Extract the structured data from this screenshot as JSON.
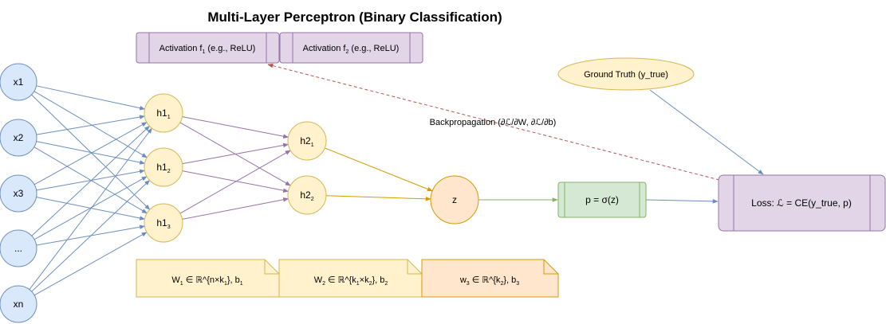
{
  "title": "Multi-Layer Perceptron (Binary Classification)",
  "activation1": {
    "text": "Activation f",
    "sub": "1",
    "rest": " (e.g., ReLU)"
  },
  "activation2": {
    "text": "Activation f",
    "sub": "2",
    "rest": " (e.g., ReLU)"
  },
  "ground_truth": "Ground Truth (y_true)",
  "backprop_label": "Backpropagation (∂ℒ/∂W, ∂ℒ/∂b)",
  "inputs": [
    "x1",
    "x2",
    "x3",
    "...",
    "xn"
  ],
  "hidden1": [
    {
      "text": "h1",
      "sub": "1"
    },
    {
      "text": "h1",
      "sub": "2"
    },
    {
      "text": "h1",
      "sub": "3"
    }
  ],
  "hidden2": [
    {
      "text": "h2",
      "sub": "1"
    },
    {
      "text": "h2",
      "sub": "2"
    }
  ],
  "z_label": "z",
  "sigmoid_label": "p = σ(z)",
  "loss_label": "Loss: ℒ = CE(y_true, p)",
  "weights": {
    "w1": {
      "a": "W",
      "a_sub": "1",
      "b": " ∈ ℝ^{n×k",
      "b_sub": "1",
      "c": "}, b",
      "c_sub": "1"
    },
    "w2": {
      "a": "W",
      "a_sub": "2",
      "b": " ∈ ℝ^{k",
      "b_sub": "1",
      "c": "×k",
      "c_sub": "2",
      "d": "}, b",
      "d_sub": "2"
    },
    "w3": {
      "a": "w",
      "a_sub": "3",
      "b": " ∈ ℝ^{k",
      "b_sub": "2",
      "c": "}, b",
      "c_sub": "3"
    }
  },
  "colors": {
    "input_fill": "#dae8fc",
    "input_stroke": "#6c8ebf",
    "hidden_fill": "#fff2cc",
    "hidden_stroke": "#d6b656",
    "z_fill": "#ffe6cc",
    "z_stroke": "#d79b00",
    "purple_fill": "#e1d5e7",
    "purple_stroke": "#9673a6",
    "green_fill": "#d5e8d4",
    "green_stroke": "#82b366",
    "backprop": "#b85450"
  }
}
